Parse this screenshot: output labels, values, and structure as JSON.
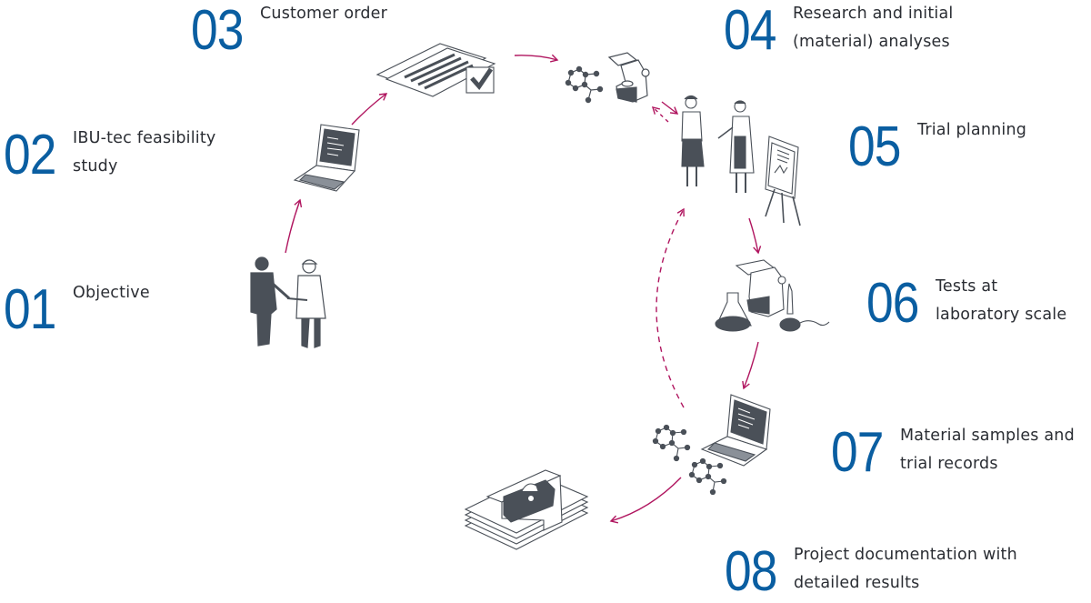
{
  "diagram": {
    "type": "process-cycle",
    "colors": {
      "number": "#0a5ea1",
      "label": "#2a2d33",
      "arrow": "#b0155f",
      "icon": "#4a5058"
    },
    "steps": [
      {
        "number": "01",
        "lines": [
          "Objective"
        ],
        "icon": "handshake-people-icon"
      },
      {
        "number": "02",
        "lines": [
          "IBU-tec feasibility",
          "study"
        ],
        "icon": "laptop-icon"
      },
      {
        "number": "03",
        "lines": [
          "Customer order"
        ],
        "icon": "document-check-icon"
      },
      {
        "number": "04",
        "lines": [
          "Research and initial",
          "(material) analyses"
        ],
        "icon": "molecule-microscope-icon"
      },
      {
        "number": "05",
        "lines": [
          "Trial planning"
        ],
        "icon": "meeting-flipchart-icon"
      },
      {
        "number": "06",
        "lines": [
          "Tests at",
          "laboratory scale"
        ],
        "icon": "lab-equipment-icon"
      },
      {
        "number": "07",
        "lines": [
          "Material samples and",
          "trial records"
        ],
        "icon": "laptop-molecule-icon"
      },
      {
        "number": "08",
        "lines": [
          "Project documentation with",
          "detailed results"
        ],
        "icon": "locked-documents-icon"
      }
    ],
    "connections": [
      {
        "from": "01",
        "to": "02",
        "style": "solid"
      },
      {
        "from": "02",
        "to": "03",
        "style": "solid"
      },
      {
        "from": "03",
        "to": "04",
        "style": "solid"
      },
      {
        "from": "04",
        "to": "05",
        "style": "solid-bidirectional"
      },
      {
        "from": "05",
        "to": "06",
        "style": "solid"
      },
      {
        "from": "06",
        "to": "07",
        "style": "solid"
      },
      {
        "from": "07",
        "to": "05",
        "style": "dashed"
      },
      {
        "from": "07",
        "to": "08",
        "style": "solid"
      }
    ]
  }
}
